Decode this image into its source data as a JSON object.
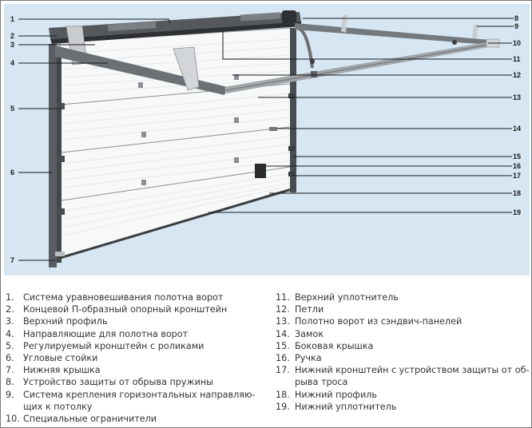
{
  "diagram": {
    "title": "Garage sectional door components",
    "background_color": "#d6e6f2",
    "callouts": [
      {
        "n": "1"
      },
      {
        "n": "2"
      },
      {
        "n": "3"
      },
      {
        "n": "4"
      },
      {
        "n": "5"
      },
      {
        "n": "6"
      },
      {
        "n": "7"
      },
      {
        "n": "8"
      },
      {
        "n": "9"
      },
      {
        "n": "10"
      },
      {
        "n": "11"
      },
      {
        "n": "12"
      },
      {
        "n": "13"
      },
      {
        "n": "14"
      },
      {
        "n": "15"
      },
      {
        "n": "16"
      },
      {
        "n": "17"
      },
      {
        "n": "18"
      },
      {
        "n": "19"
      }
    ]
  },
  "legend": {
    "left": [
      {
        "num": "1.",
        "text": "Система уравновешивания полотна ворот"
      },
      {
        "num": "2.",
        "text": "Концевой П-образный опорный кронштейн"
      },
      {
        "num": "3.",
        "text": "Верхний профиль"
      },
      {
        "num": "4.",
        "text": "Направляющие для полотна ворот"
      },
      {
        "num": "5.",
        "text": "Регулируемый кронштейн с роликами"
      },
      {
        "num": "6.",
        "text": "Угловые стойки"
      },
      {
        "num": "7.",
        "text": "Нижняя крышка"
      },
      {
        "num": "8.",
        "text": "Устройство защиты от обрыва пружины"
      },
      {
        "num": "9.",
        "text": "Система крепления горизонтальных направляю-щих к потолку"
      },
      {
        "num": "10.",
        "text": "Специальные ограничители"
      }
    ],
    "right": [
      {
        "num": "11.",
        "text": "Верхний уплотнитель"
      },
      {
        "num": "12.",
        "text": "Петли"
      },
      {
        "num": "13.",
        "text": "Полотно ворот из сэндвич-панелей"
      },
      {
        "num": "14.",
        "text": "Замок"
      },
      {
        "num": "15.",
        "text": "Боковая крышка"
      },
      {
        "num": "16.",
        "text": "Ручка"
      },
      {
        "num": "17.",
        "text": "Нижний кронштейн с устройством защиты от об-рыва троса"
      },
      {
        "num": "18.",
        "text": "Нижний профиль"
      },
      {
        "num": "19.",
        "text": "Нижний уплотнитель"
      }
    ]
  }
}
